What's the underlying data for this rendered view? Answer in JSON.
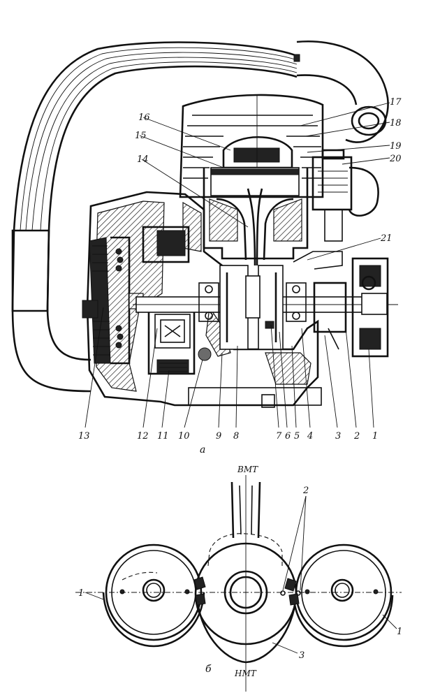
{
  "figure_a": {
    "caption": "a",
    "callouts": [
      {
        "num": "1"
      },
      {
        "num": "2"
      },
      {
        "num": "3"
      },
      {
        "num": "4"
      },
      {
        "num": "5"
      },
      {
        "num": "6"
      },
      {
        "num": "7"
      },
      {
        "num": "8"
      },
      {
        "num": "9"
      },
      {
        "num": "10"
      },
      {
        "num": "11"
      },
      {
        "num": "12"
      },
      {
        "num": "13"
      },
      {
        "num": "14"
      },
      {
        "num": "15"
      },
      {
        "num": "16"
      },
      {
        "num": "17"
      },
      {
        "num": "18"
      },
      {
        "num": "19"
      },
      {
        "num": "20"
      },
      {
        "num": "21"
      }
    ]
  },
  "figure_b": {
    "caption": "б",
    "top_label": "ВМТ",
    "bottom_label": "НМТ",
    "callouts": [
      {
        "num": "1"
      },
      {
        "num": "2"
      },
      {
        "num": "3"
      },
      {
        "num": "1"
      }
    ]
  }
}
